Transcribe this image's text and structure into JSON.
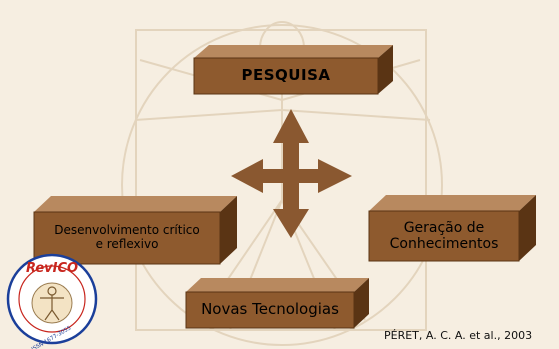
{
  "boxes": {
    "pesquisa": "PESQUISA",
    "desenvolvimento": [
      "Desenvolvimento crítico",
      "e reflexivo"
    ],
    "geracao": [
      "Geração de",
      "Conhecimentos"
    ],
    "novas": "Novas Tecnologias"
  },
  "citation": "PÉRET, A. C. A. et al., 2003",
  "logo": {
    "name": "RevICO",
    "issn": "ISSN 1677-3055"
  },
  "colors": {
    "box_front": "#8e5a2e",
    "box_top": "#b8895f",
    "box_side": "#5a3414",
    "arrow": "#8a5830",
    "background": "#f6eee1",
    "logo_blue": "#1b3f9a",
    "logo_red": "#c8261e"
  }
}
